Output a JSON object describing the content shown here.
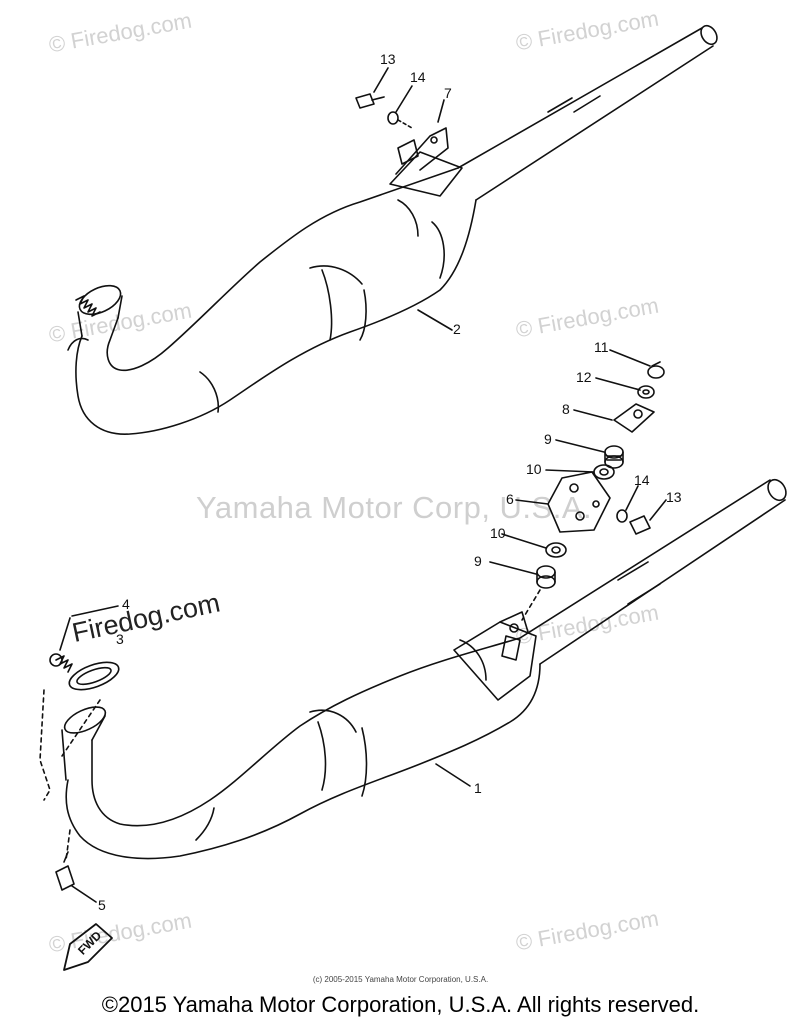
{
  "watermarks": {
    "small": "© Firedog.com",
    "center": "Yamaha Motor Corp, U.S.A.",
    "dark": "Firedog.com"
  },
  "callouts": {
    "c13a": "13",
    "c14a": "14",
    "c7": "7",
    "c2": "2",
    "c11": "11",
    "c12": "12",
    "c8": "8",
    "c9a": "9",
    "c10a": "10",
    "c6": "6",
    "c14b": "14",
    "c13b": "13",
    "c10b": "10",
    "c9b": "9",
    "c4": "4",
    "c3": "3",
    "c1": "1",
    "c5": "5"
  },
  "fwd_label": "FWD",
  "small_copyright": "(c) 2005-2015 Yamaha Motor Corporation, U.S.A.",
  "footer_copyright": "©2015 Yamaha Motor Corporation, U.S.A. All rights reserved."
}
